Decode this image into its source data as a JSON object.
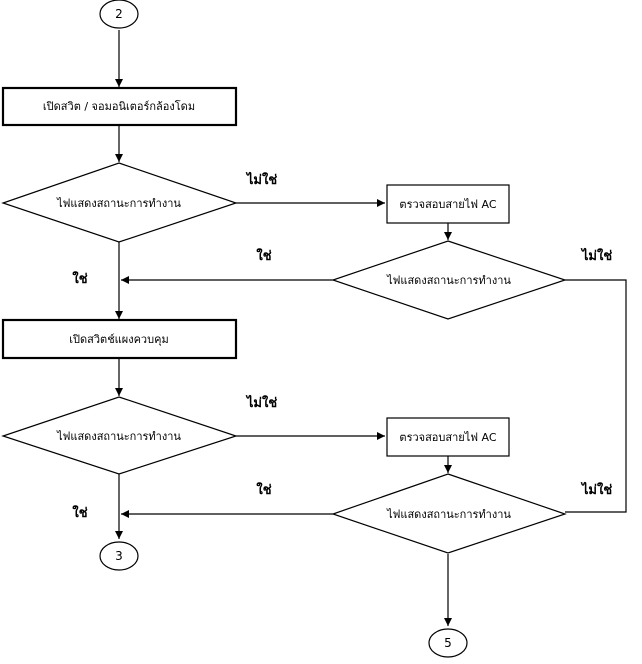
{
  "connectors": {
    "top": "2",
    "bottom_left": "3",
    "bottom_right": "5"
  },
  "processes": {
    "turn_on_computer": "เปิดสวิต / จอมอนิเตอร์กล้องโดม",
    "turn_on_control_panel": "เปิดสวิตช์แผงควบคุม",
    "check_ac_power_1": "ตรวจสอบสายไฟ AC",
    "check_ac_power_2": "ตรวจสอบสายไฟ AC"
  },
  "decisions": {
    "status_light_1": "ไฟแสดงสถานะการทำงาน",
    "status_light_2": "ไฟแสดงสถานะการทำงาน",
    "status_light_3": "ไฟแสดงสถานะการทำงาน",
    "status_light_4": "ไฟแสดงสถานะการทำงาน"
  },
  "edge_labels": {
    "no_1": "ไม่ใช่",
    "yes_1": "ใช่",
    "yes_2": "ใช่",
    "no_2": "ไม่ใช่",
    "no_3": "ไม่ใช่",
    "yes_3": "ใช่",
    "yes_4": "ใช่",
    "no_4": "ไม่ใช่"
  },
  "colors": {
    "stroke": "#000000",
    "fill": "#ffffff",
    "text": "#000000"
  }
}
